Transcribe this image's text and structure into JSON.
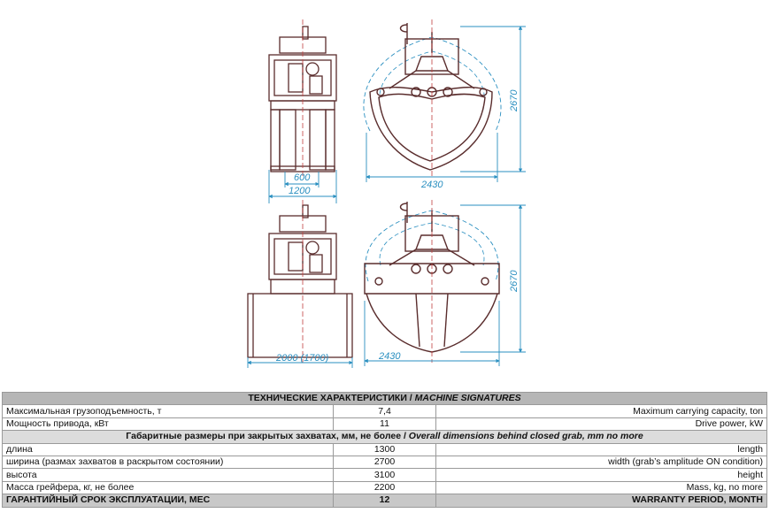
{
  "drawing": {
    "dim_top_side_narrow": "600",
    "dim_top_side_wide": "1200",
    "dim_top_front_width": "2430",
    "dim_top_front_height": "2670",
    "dim_bottom_side_width": "2000 (1700)",
    "dim_bottom_front_width": "2430",
    "dim_bottom_front_height": "2670",
    "colors": {
      "line": "#5a2d2d",
      "dimension": "#2a8fc0"
    }
  },
  "table": {
    "title_ru": "ТЕХНИЧЕСКИЕ ХАРАКТЕРИСТИКИ / ",
    "title_en": "MACHINE SIGNATURES",
    "rows_top": [
      {
        "ru": "Максимальная грузоподъемность, т",
        "value": "7,4",
        "en": "Maximum carrying capacity, ton"
      },
      {
        "ru": "Мощность привода, кВт",
        "value": "11",
        "en": "Drive power, kW"
      }
    ],
    "section_ru": "Габаритные размеры при закрытых захватах, мм, не более / ",
    "section_en": "Overall dimensions behind closed grab, mm no more",
    "rows_dims": [
      {
        "ru": "длина",
        "value": "1300",
        "en": "length"
      },
      {
        "ru": "ширина (размах захватов в раскрытом состоянии)",
        "value": "2700",
        "en": "width (grab’s amplitude ON condition)"
      },
      {
        "ru": "высота",
        "value": "3100",
        "en": "height"
      },
      {
        "ru": "Масса грейфера, кг, не более",
        "value": "2200",
        "en": "Mass, kg, no more"
      }
    ],
    "warranty": {
      "ru": "ГАРАНТИЙНЫЙ СРОК ЭКСПЛУАТАЦИИ, МЕС",
      "value": "12",
      "en": "WARRANTY PERIOD,  MONTH"
    }
  }
}
